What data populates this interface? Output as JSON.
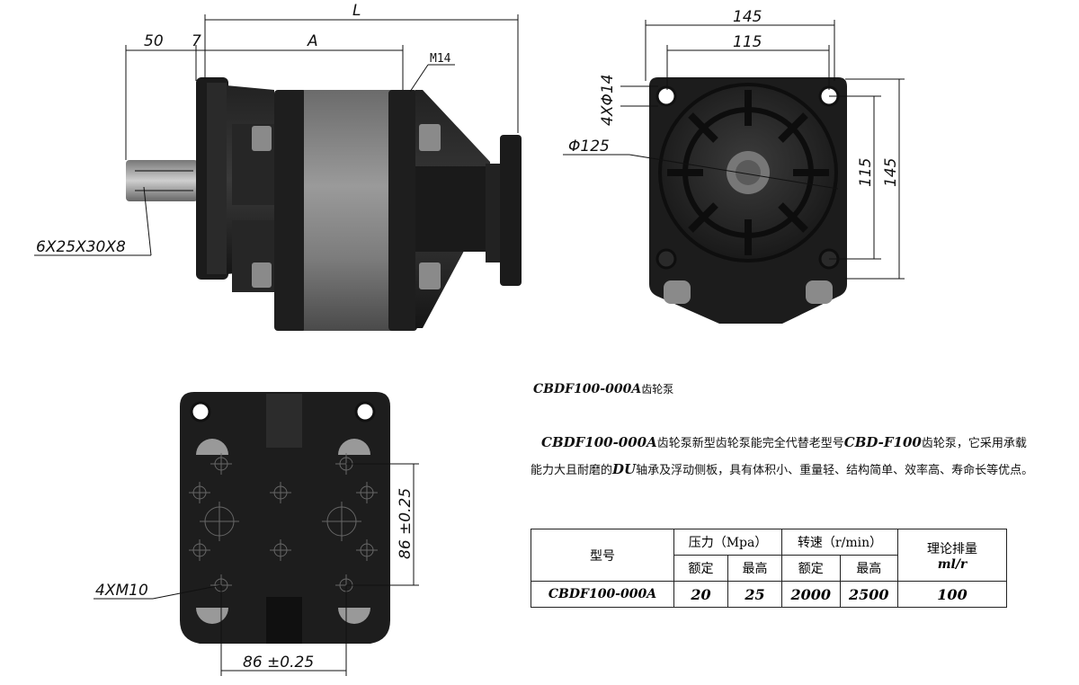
{
  "dimensions": {
    "L": "L",
    "d50": "50",
    "d7": "7",
    "A": "A",
    "M14": "M14",
    "spline": "6X25X30X8",
    "w145_top": "145",
    "w115_top": "115",
    "holes": "4XΦ14",
    "dia125": "Φ125",
    "h115": "115",
    "h145": "145",
    "v86": "86 ±0.25",
    "h86": "86 ±0.25",
    "m10": "4XM10"
  },
  "product": {
    "title_model": "CBDF100-000A",
    "title_suffix": "齿轮泵",
    "desc_model1": "CBDF100-000A",
    "desc_part1": "齿轮泵新型齿轮泵能完全代替老型号",
    "desc_model2": "CBD-F100",
    "desc_part2": "齿轮泵，它采用承载能力大且耐磨的",
    "desc_du": "DU",
    "desc_part3": "轴承及浮动侧板，具有体积小、重量轻、结构简单、效率高、寿命长等优点。"
  },
  "spec_table": {
    "h_model": "型号",
    "h_pressure": "压力（Mpa）",
    "h_speed": "转速（r/min）",
    "h_disp": "理论排量",
    "h_disp_unit": "ml/r",
    "h_rated": "额定",
    "h_max": "最高",
    "h_rated2": "额定",
    "h_max2": "最高",
    "row": {
      "model": "CBDF100-000A",
      "p_rated": "20",
      "p_max": "25",
      "s_rated": "2000",
      "s_max": "2500",
      "disp": "100"
    }
  }
}
